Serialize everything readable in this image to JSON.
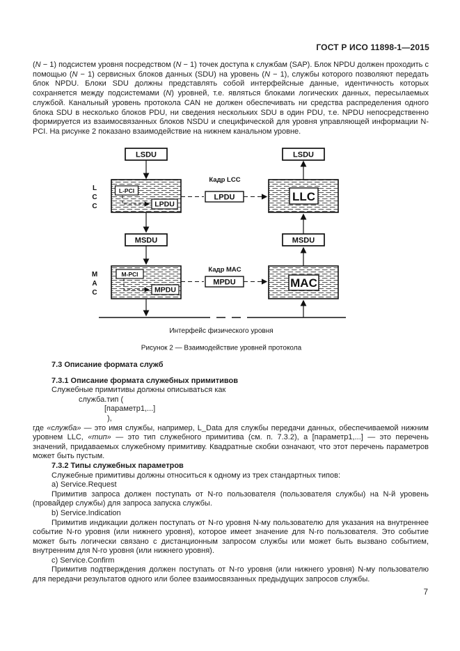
{
  "page": {
    "header": "ГОСТ Р ИСО 11898-1—2015",
    "number": "7"
  },
  "intro_paragraph": {
    "segments": [
      {
        "t": "(",
        "i": false
      },
      {
        "t": "N",
        "i": true
      },
      {
        "t": " − 1) подсистем уровня посредством (",
        "i": false
      },
      {
        "t": "N",
        "i": true
      },
      {
        "t": " − 1) точек доступа к службам (SAP). Блок NPDU должен проходить с помощью (",
        "i": false
      },
      {
        "t": "N",
        "i": true
      },
      {
        "t": " − 1) сервисных блоков данных (SDU) на уровень (",
        "i": false
      },
      {
        "t": "N",
        "i": true
      },
      {
        "t": " − 1), службы которого позволяют передать блок NPDU. Блоки SDU должны представлять собой интерфейсные данные, идентичность которых сохраняется между подсистемами (",
        "i": false
      },
      {
        "t": "N",
        "i": true
      },
      {
        "t": ") уровней, т.е. являться блоками логических данных, пересылаемых службой. Канальный уровень протокола CAN не должен обеспечивать ни средства распределения одного блока SDU в несколько блоков PDU, ни сведения нескольких SDU в один PDU, т.е. NPDU непосредственно формируется из взаимосвязанных блоков NSDU и специфической для уровня управляющей информации N-PCI. На рисунке 2 показано взаимодействие на нижнем канальном уровне.",
        "i": false
      }
    ]
  },
  "figure": {
    "boxes": {
      "lsdu": "LSDU",
      "msdu": "MSDU",
      "l_pci": "L-PCI",
      "lpdu": "LPDU",
      "llc": "LLC",
      "m_pci": "M-PCI",
      "mpdu": "MPDU",
      "mac": "MAC"
    },
    "labels": {
      "frame_lcc": "Кадр LCC",
      "frame_mac": "Кадр MAC",
      "layer_lcc": [
        "L",
        "C",
        "C"
      ],
      "layer_mac": [
        "M",
        "A",
        "C"
      ],
      "phys_interface": "Интерфейс физического уровня"
    },
    "caption": "Рисунок 2 — Взаимодействие уровней протокола"
  },
  "sections": {
    "s73": {
      "title": "7.3 Описание формата служб"
    },
    "s731": {
      "title": "7.3.1 Описание формата служебных примитивов",
      "line1": "Служебные примитивы должны описываться как",
      "code": [
        "служба.тип (",
        "[параметр1,...]",
        "),"
      ],
      "where": {
        "segments": [
          {
            "t": "где ",
            "i": false
          },
          {
            "t": "«служба»",
            "i": true
          },
          {
            "t": " — это имя службы, например, L_Data для службы передачи данных, обеспечиваемой нижним уровнем LLC, ",
            "i": false
          },
          {
            "t": "«тип»",
            "i": true
          },
          {
            "t": " — это тип служебного примитива (см. п. 7.3.2), а [параметр1,...] — это перечень значений, придаваемых служебному примитиву. Квадратные скобки означают, что этот перечень параметров может быть пустым.",
            "i": false
          }
        ]
      }
    },
    "s732": {
      "title": "7.3.2 Типы служебных параметров",
      "intro": "Служебные примитивы должны относиться к одному из трех стандартных типов:",
      "item_a": "a) Service.Request",
      "para_a": "Примитив запроса должен поступать от N-го пользователя (пользователя службы) на N-й уровень (провайдер службы) для запроса запуска службы.",
      "item_b": "b) Service.Indication",
      "para_b": "Примитив индикации должен поступать от N-го уровня N-му пользователю для указания на внутреннее событие N-го уровня (или нижнего уровня), которое имеет значение для N-го пользователя. Это событие может быть логически связано с дистанционным запросом службы или может быть вызвано событием, внутренним для N-го уровня (или нижнего уровня).",
      "item_c": "c) Service.Confirm",
      "para_c": "Примитив подтверждения должен поступать от N-го уровня (или нижнего уровня) N-му пользователю для передачи результатов одного или более взаимосвязанных предыдущих запросов службы."
    }
  }
}
